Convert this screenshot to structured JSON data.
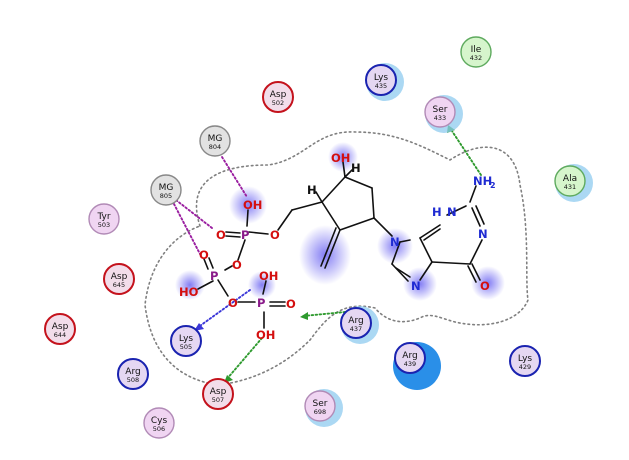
{
  "colors": {
    "basic_stroke": "#1a23b0",
    "basic_fill": "#e5d7f2",
    "acidic_stroke": "#c4121c",
    "acidic_fill": "#f2ddea",
    "polar_stroke": "#b18ab6",
    "polar_fill": "#f0d5f2",
    "hydrophobic_stroke": "#5eaa5e",
    "hydrophobic_fill": "#d6f5cc",
    "metal_stroke": "#888888",
    "metal_fill": "#e2e2e2",
    "exposure_halo": "#8fcbef",
    "hbond_green": "#2e9a2e",
    "hbond_blue": "#3a36d8",
    "metal_purple": "#9a1ea0",
    "bond": "#111111",
    "oxygen": "#d40e0e",
    "nitrogen": "#1f2bd2",
    "phosphorus": "#8a1a8a",
    "ligand_glow": "#6a64f0",
    "big_exposure": "#2a8fe8"
  },
  "residues": [
    {
      "id": "ile432",
      "name": "Ile",
      "num": "432",
      "type": "hydrophobic",
      "halo": false
    },
    {
      "id": "lys435",
      "name": "Lys",
      "num": "435",
      "type": "basic",
      "halo": true
    },
    {
      "id": "asp502",
      "name": "Asp",
      "num": "502",
      "type": "acidic",
      "halo": false
    },
    {
      "id": "ser433",
      "name": "Ser",
      "num": "433",
      "type": "polar",
      "halo": true
    },
    {
      "id": "mg804",
      "name": "MG",
      "num": "804",
      "type": "metal",
      "halo": false
    },
    {
      "id": "mg805",
      "name": "MG",
      "num": "805",
      "type": "metal",
      "halo": false
    },
    {
      "id": "ala431",
      "name": "Ala",
      "num": "431",
      "type": "hydrophobic",
      "halo": true
    },
    {
      "id": "tyr503",
      "name": "Tyr",
      "num": "503",
      "type": "polar",
      "halo": false
    },
    {
      "id": "asp645",
      "name": "Asp",
      "num": "645",
      "type": "acidic",
      "halo": false
    },
    {
      "id": "asp644",
      "name": "Asp",
      "num": "644",
      "type": "acidic",
      "halo": false
    },
    {
      "id": "lys505",
      "name": "Lys",
      "num": "505",
      "type": "basic",
      "halo": false
    },
    {
      "id": "arg437",
      "name": "Arg",
      "num": "437",
      "type": "basic",
      "halo": true
    },
    {
      "id": "arg439",
      "name": "Arg",
      "num": "439",
      "type": "basic",
      "halo": false
    },
    {
      "id": "lys429",
      "name": "Lys",
      "num": "429",
      "type": "basic",
      "halo": false
    },
    {
      "id": "arg508",
      "name": "Arg",
      "num": "508",
      "type": "basic",
      "halo": false
    },
    {
      "id": "asp507",
      "name": "Asp",
      "num": "507",
      "type": "acidic",
      "halo": false
    },
    {
      "id": "ser698",
      "name": "Ser",
      "num": "698",
      "type": "polar",
      "halo": true
    },
    {
      "id": "cys506",
      "name": "Cys",
      "num": "506",
      "type": "polar",
      "halo": false
    }
  ],
  "atoms": {
    "oh_top": "OH",
    "h_top": "H",
    "h_left": "H",
    "oh_p1": "OH",
    "p1": "P",
    "o_p1_left": "O",
    "o_p1_right": "O",
    "o_bridge1": "O",
    "p2": "P",
    "o_p2": "O",
    "ho_p2": "HO",
    "o_bridge2": "O",
    "p3": "P",
    "oh_p3_top": "OH",
    "o_p3_right": "O",
    "oh_p3_bottom": "OH",
    "n_ring": "N",
    "n_lower": "N",
    "hn": "H",
    "n_top": "N",
    "n_right": "N",
    "nh2": "NH",
    "nh2_sub": "2",
    "o_carbonyl": "O"
  }
}
